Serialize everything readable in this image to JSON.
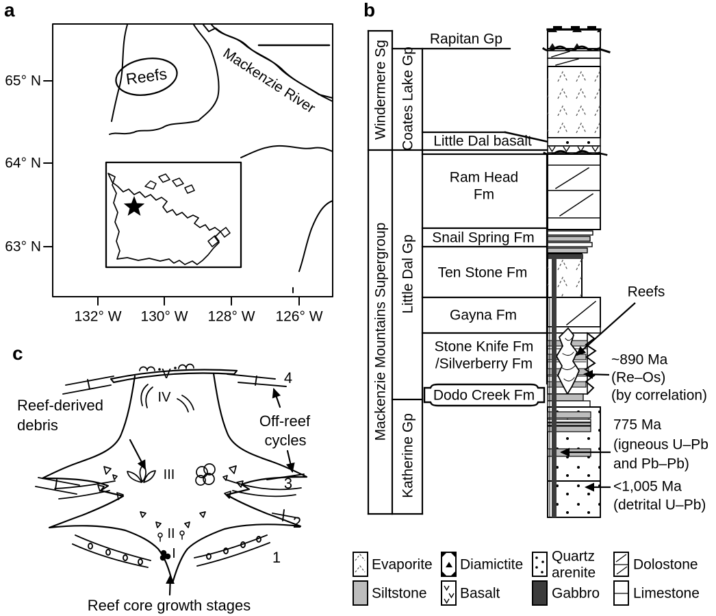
{
  "figure": {
    "panel_a_label": "a",
    "panel_b_label": "b",
    "panel_c_label": "c"
  },
  "map": {
    "reefs_ellipse_label": "Reefs",
    "river_label": "Mackenzie River",
    "lat_ticks": [
      {
        "label": "65° N"
      },
      {
        "label": "64° N"
      },
      {
        "label": "63° N"
      }
    ],
    "lon_ticks": [
      {
        "label": "132° W"
      },
      {
        "label": "130° W"
      },
      {
        "label": "128° W"
      },
      {
        "label": "126° W"
      }
    ]
  },
  "strat_column": {
    "supergroup_labels": {
      "windermere": "Windermere Sg",
      "mackenzie": "Mackenzie Mountains Supergroup"
    },
    "group_labels": {
      "coates_lake": "Coates Lake Gp",
      "little_dal": "Little Dal Gp",
      "katherine": "Katherine Gp"
    },
    "units": {
      "rapitan": "Rapitan Gp",
      "little_dal_basalt": "Little Dal basalt",
      "ram_head_1": "Ram Head",
      "ram_head_2": "Fm",
      "snail_spring": "Snail Spring Fm",
      "ten_stone": "Ten Stone Fm",
      "gayna": "Gayna Fm",
      "stone_knife_1": "Stone Knife Fm",
      "stone_knife_2": "/Silverberry Fm",
      "dodo_creek": "Dodo Creek Fm"
    },
    "annotations": {
      "reefs": "Reefs",
      "age_890_1": "~890 Ma",
      "age_890_2": "(Re–Os)",
      "age_890_3": "(by correlation)",
      "age_775_1": "775 Ma",
      "age_775_2": "(igneous U–Pb",
      "age_775_3": "and Pb–Pb)",
      "age_1005_1": "<1,005 Ma",
      "age_1005_2": "(detrital U–Pb)"
    }
  },
  "reef_diagram": {
    "labels": {
      "debris_1": "Reef-derived",
      "debris_2": "debris",
      "off_reef_1": "Off-reef",
      "off_reef_2": "cycles",
      "growth": "Reef core growth stages"
    },
    "growth_stages": [
      {
        "numeral": "I"
      },
      {
        "numeral": "II"
      },
      {
        "numeral": "III"
      },
      {
        "numeral": "IV"
      },
      {
        "numeral": "V"
      }
    ],
    "cycle_numbers": [
      {
        "label": "1"
      },
      {
        "label": "2"
      },
      {
        "label": "3"
      },
      {
        "label": "4"
      }
    ]
  },
  "legend": {
    "items": [
      {
        "label_1": "Evaporite",
        "label_2": "",
        "pattern": "evaporite"
      },
      {
        "label_1": "Diamictite",
        "label_2": "",
        "pattern": "diamictite"
      },
      {
        "label_1": "Quartz",
        "label_2": "arenite",
        "pattern": "quartz-arenite"
      },
      {
        "label_1": "Dolostone",
        "label_2": "",
        "pattern": "dolostone"
      },
      {
        "label_1": "Siltstone",
        "label_2": "",
        "pattern": "siltstone"
      },
      {
        "label_1": "Basalt",
        "label_2": "",
        "pattern": "basalt"
      },
      {
        "label_1": "Gabbro",
        "label_2": "",
        "pattern": "gabbro"
      },
      {
        "label_1": "Limestone",
        "label_2": "",
        "pattern": "limestone"
      }
    ]
  },
  "colors": {
    "ink": "#000000",
    "siltstone": "#bdbdbd",
    "gabbro": "#3c3c3c",
    "background": "#ffffff"
  }
}
